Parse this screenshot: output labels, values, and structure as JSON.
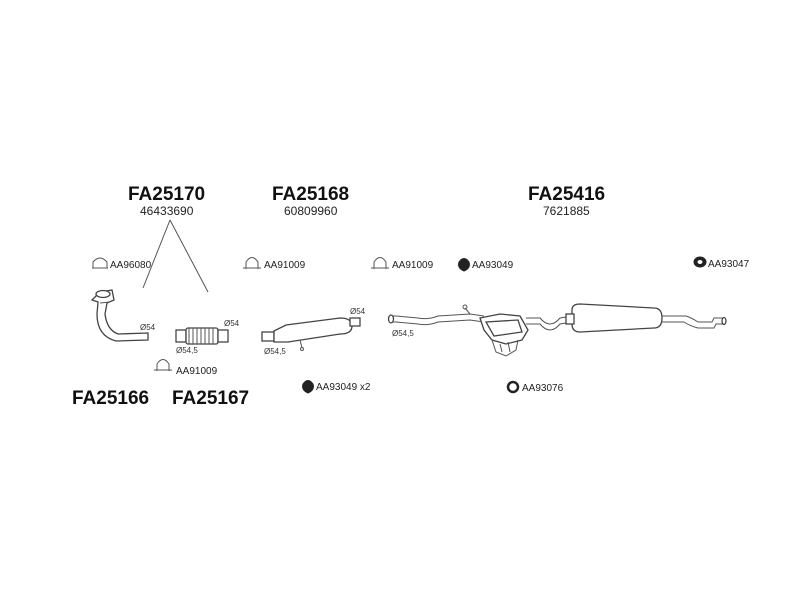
{
  "assemblies": {
    "a1": {
      "part": "FA25170",
      "oem": "46433690"
    },
    "a2": {
      "part": "FA25168",
      "oem": "60809960"
    },
    "a3": {
      "part": "FA25416",
      "oem": "7621885"
    }
  },
  "parts": {
    "front_pipe": "FA25166",
    "flex_pipe": "FA25167"
  },
  "accessories": {
    "clamp_top_left": "AA96080",
    "clamp_top_mid": "AA91009",
    "clamp_top_right": "AA91009",
    "mount_top": "AA93049",
    "mount_far_right": "AA93047",
    "clamp_bottom": "AA91009",
    "mount_bottom": "AA93049 x2",
    "ring_bottom": "AA93076"
  },
  "dimensions": {
    "front_outlet": "Ø54",
    "flex_inlet": "Ø54,5",
    "flex_outlet": "Ø54",
    "mid_inlet": "Ø54,5",
    "mid_outlet": "Ø54",
    "rear_inlet": "Ø54,5"
  }
}
